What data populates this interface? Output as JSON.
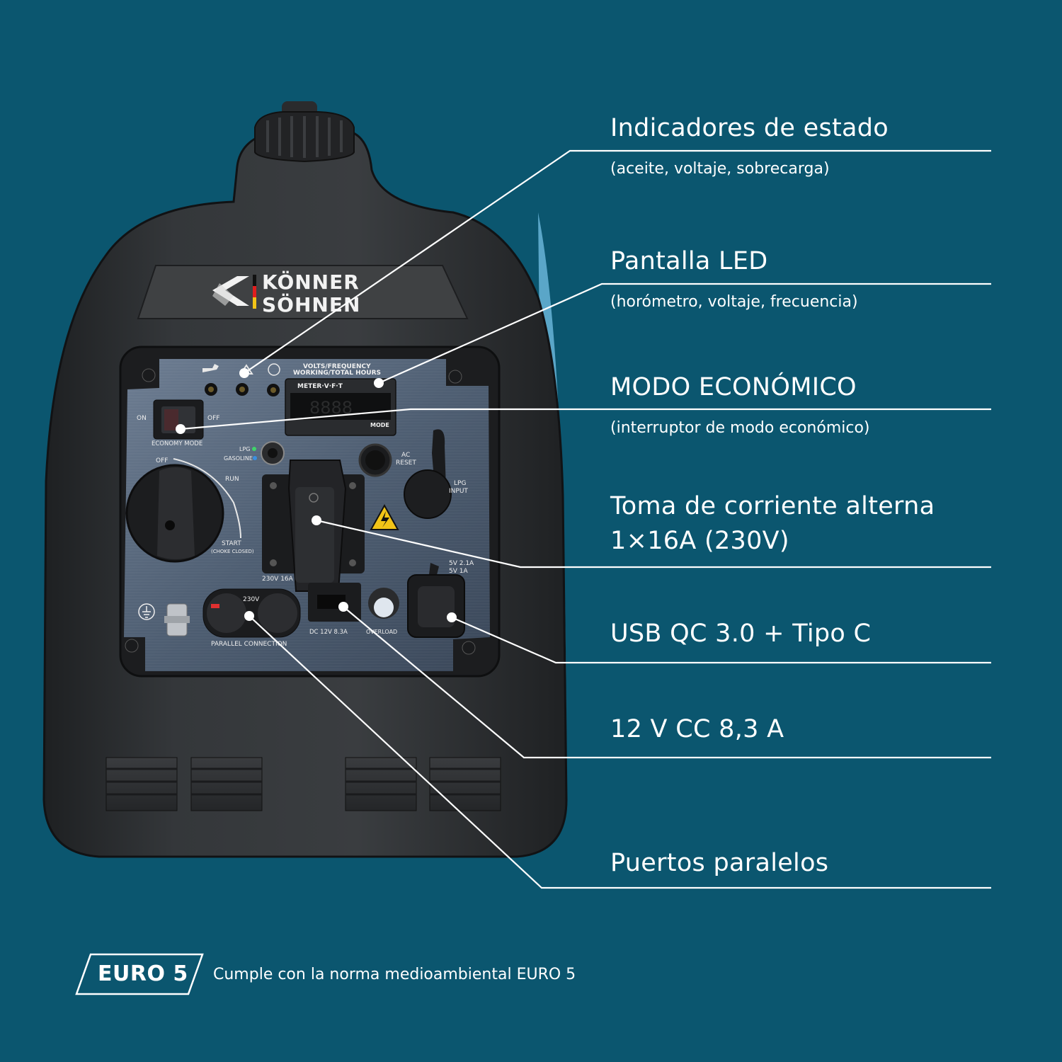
{
  "brand": {
    "line1": "KÖNNER",
    "line2": "SÖHNEN"
  },
  "panel": {
    "display_header": "VOLTS/FREQUENCY",
    "display_header2": "WORKING/TOTAL HOURS",
    "meter_label": "METER·V·F·T",
    "mode_label": "MODE",
    "switch_on": "ON",
    "switch_off": "OFF",
    "economy_mode": "ECONOMY MODE",
    "fuel_lpg": "LPG",
    "fuel_gasoline": "GASOLINE",
    "knob_off": "OFF",
    "knob_run": "RUN",
    "knob_start": "START",
    "knob_choke": "(CHOKE CLOSED)",
    "ac_reset": "AC",
    "ac_reset2": "RESET",
    "lpg_input": "LPG",
    "lpg_input2": "INPUT",
    "socket_voltage": "230V 16A",
    "parallel_voltage": "230V",
    "parallel_connection": "PARALLEL CONNECTION",
    "dc_label": "DC 12V 8.3A",
    "overload": "OVERLOAD",
    "usb_rating1": "5V 2.1A",
    "usb_rating2": "5V 1A"
  },
  "callouts": [
    {
      "title": "Indicadores de estado",
      "subtitle": "(aceite, voltaje, sobrecarga)"
    },
    {
      "title": "Pantalla LED",
      "subtitle": "(horómetro, voltaje, frecuencia)"
    },
    {
      "title": "MODO ECONÓMICO",
      "subtitle": "(interruptor de modo económico)"
    },
    {
      "title": "Toma de corriente alterna",
      "title2": "1×16A (230V)"
    },
    {
      "title": "USB QC 3.0 + Tipo C"
    },
    {
      "title": "12 V CC 8,3 A"
    },
    {
      "title": "Puertos paralelos"
    }
  ],
  "footer": {
    "badge": "EURO 5",
    "description": "Cumple con la norma medioambiental EURO 5"
  },
  "colors": {
    "background": "#0b566f",
    "body": "#2c2e31",
    "panel": "#56677c",
    "accent_blue": "#5aa6c8"
  }
}
